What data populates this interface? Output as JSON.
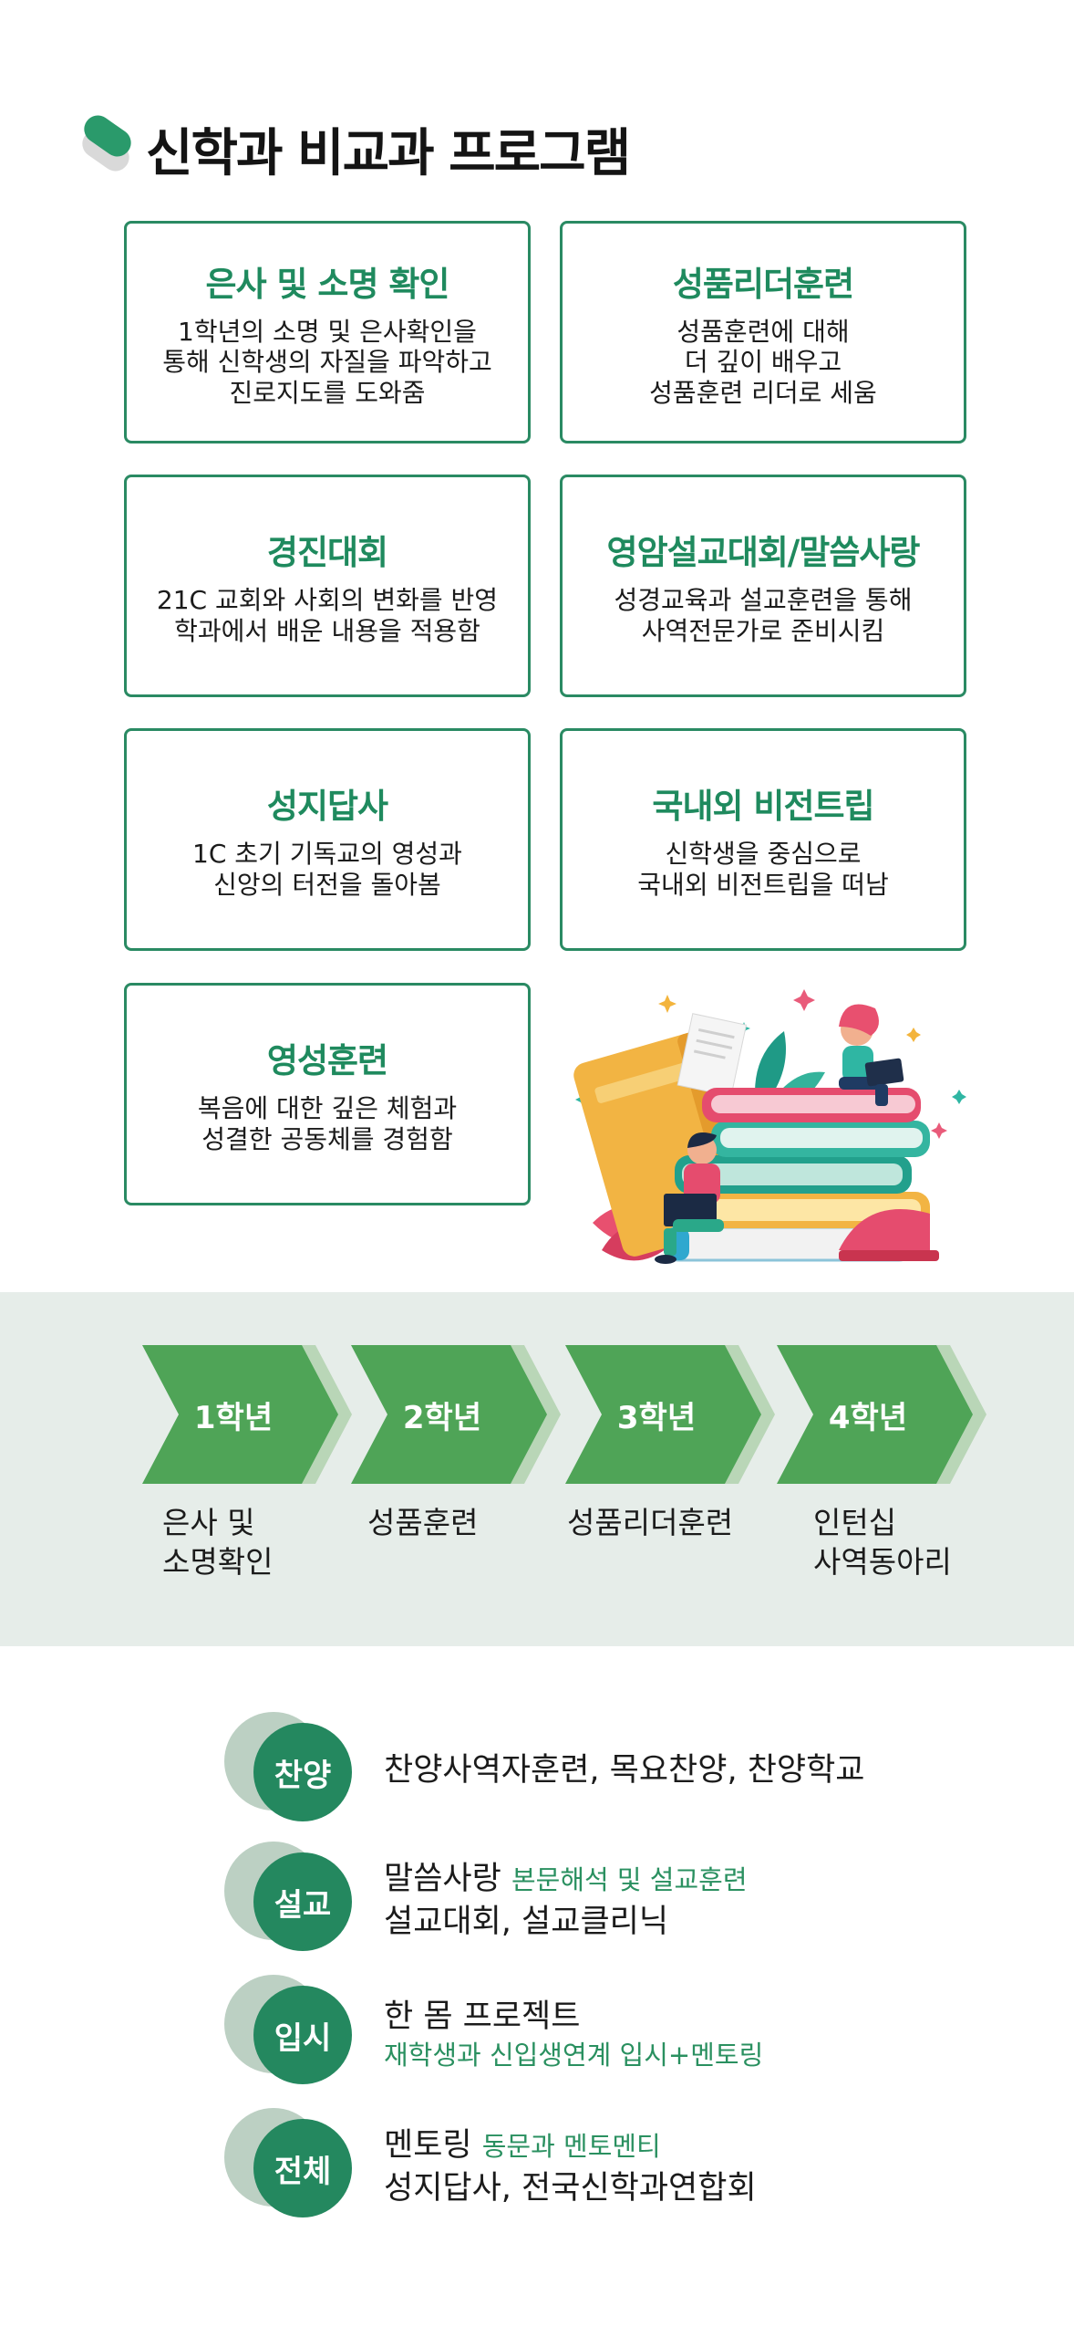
{
  "header": {
    "title": "신학과 비교과 프로그램",
    "logo_icon": "pill-logo-icon"
  },
  "colors": {
    "primary": "#24885f",
    "card_border": "#2a8a63",
    "chevron": "#4fa457",
    "chevron_shadow": "#b9d6b7",
    "band_bg": "#e6ede9"
  },
  "programs": [
    {
      "title": "은사 및 소명 확인",
      "desc": [
        "1학년의 소명 및 은사확인을",
        "통해 신학생의 자질을 파악하고",
        "진로지도를 도와줌"
      ]
    },
    {
      "title": "성품리더훈련",
      "desc": [
        "성품훈련에 대해",
        "더 깊이 배우고",
        "성품훈련 리더로 세움"
      ]
    },
    {
      "title": "경진대회",
      "desc": [
        "21C 교회와 사회의 변화를 반영",
        "학과에서 배운 내용을 적용함"
      ]
    },
    {
      "title": "영암설교대회/말씀사랑",
      "desc": [
        "성경교육과 설교훈련을 통해",
        "사역전문가로 준비시킴"
      ]
    },
    {
      "title": "성지답사",
      "desc": [
        "1C 초기 기독교의 영성과",
        "신앙의 터전을 돌아봄"
      ]
    },
    {
      "title": "국내외 비전트립",
      "desc": [
        "신학생을 중심으로",
        "국내외 비전트립을 떠남"
      ]
    },
    {
      "title": "영성훈련",
      "desc": [
        "복음에 대한 깊은 체험과",
        "성결한 공동체를 경험함"
      ]
    }
  ],
  "years": [
    {
      "label": "1학년",
      "desc": [
        "은사 및",
        "소명확인"
      ]
    },
    {
      "label": "2학년",
      "desc": [
        "성품훈련"
      ]
    },
    {
      "label": "3학년",
      "desc": [
        "성품리더훈련"
      ]
    },
    {
      "label": "4학년",
      "desc": [
        "인턴십",
        "사역동아리"
      ]
    }
  ],
  "activities": [
    {
      "badge": "찬양",
      "main": "찬양사역자훈련, 목요찬양, 찬양학교"
    },
    {
      "badge": "설교",
      "main": "말씀사랑",
      "accent": "본문해석 및 설교훈련",
      "line2": "설교대회, 설교클리닉"
    },
    {
      "badge": "입시",
      "main": "한 몸 프로젝트",
      "sub": "재학생과 신입생연계 입시+멘토링"
    },
    {
      "badge": "전체",
      "main": "멘토링",
      "accent": "동문과 멘토멘티",
      "line2": "성지답사, 전국신학과연합회"
    }
  ]
}
